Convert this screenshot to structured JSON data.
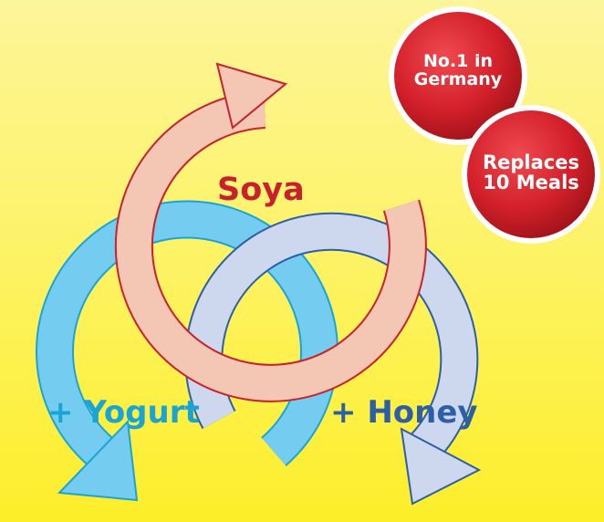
{
  "diagram": {
    "circles": [
      {
        "label": "Soya",
        "color": "#f4c6b4",
        "stroke": "#c8202c"
      },
      {
        "label": "+ Yogurt",
        "color": "#74cdf0",
        "stroke": "#1aa3d6"
      },
      {
        "label": "+ Honey",
        "color": "#cdd7ee",
        "stroke": "#2d5ea8"
      }
    ]
  },
  "badges": [
    {
      "line1": "No.1 in",
      "line2": "Germany",
      "color": "#d3202a"
    },
    {
      "line1": "Replaces",
      "line2": "10 Meals",
      "color": "#d3202a"
    }
  ]
}
